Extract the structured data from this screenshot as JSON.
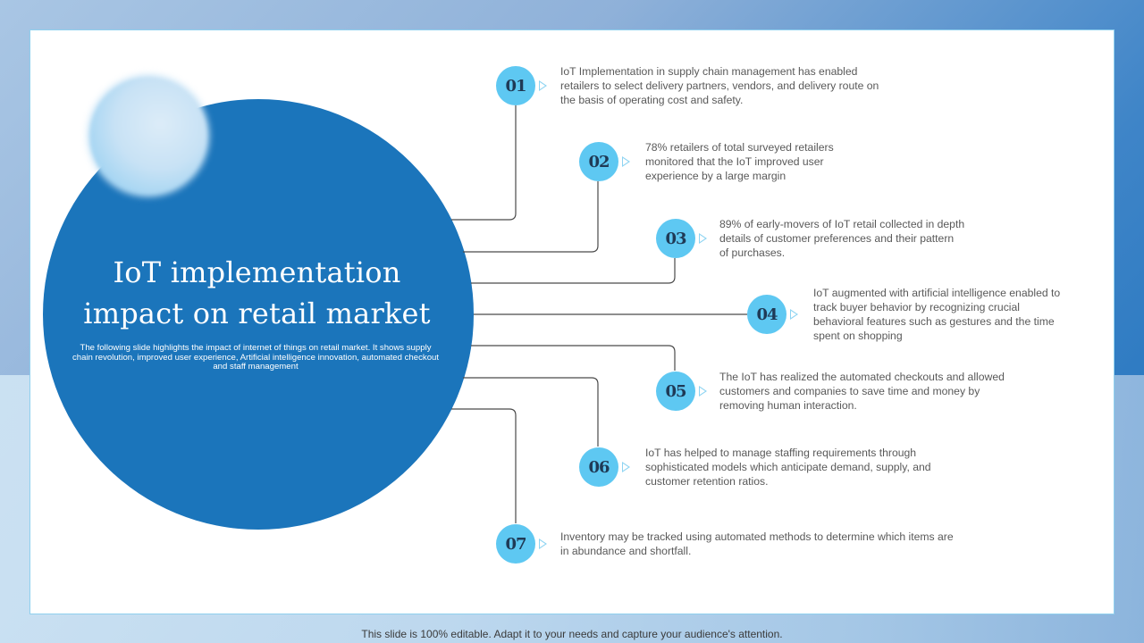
{
  "slide": {
    "title_line1": "IoT implementation",
    "title_line2": "impact on retail market",
    "subtitle": "The following slide highlights the impact of internet of things on retail market. It shows supply chain revolution, improved user experience, Artificial intelligence innovation, automated checkout and staff management"
  },
  "items": [
    {
      "number": "01",
      "text": "IoT Implementation in supply chain management has enabled retailers to select delivery partners, vendors, and delivery route on the basis of operating cost and safety."
    },
    {
      "number": "02",
      "text": "78% retailers of total surveyed retailers monitored that the IoT improved user experience by a large margin"
    },
    {
      "number": "03",
      "text": "89% of early-movers of IoT retail collected in depth details of customer preferences and their pattern of purchases."
    },
    {
      "number": "04",
      "text": "IoT augmented with artificial intelligence enabled to track buyer behavior by recognizing crucial behavioral features such as gestures and the time spent on shopping"
    },
    {
      "number": "05",
      "text": "The IoT has realized the automated checkouts and allowed customers and companies to save time and money by removing human interaction."
    },
    {
      "number": "06",
      "text": "IoT has helped to manage staffing requirements through sophisticated models which anticipate demand, supply, and customer retention ratios."
    },
    {
      "number": "07",
      "text": "Inventory may be tracked using automated methods to determine which items are in abundance and shortfall."
    }
  ],
  "footer": {
    "text": "This slide is 100% editable. Adapt it to your needs and capture your audience's attention."
  },
  "colors": {
    "main_circle": "#1b75bb",
    "node_fill": "#5ec8f2",
    "node_text": "#1f3a56",
    "connector": "#4a4a4a",
    "body_text": "#595959"
  }
}
